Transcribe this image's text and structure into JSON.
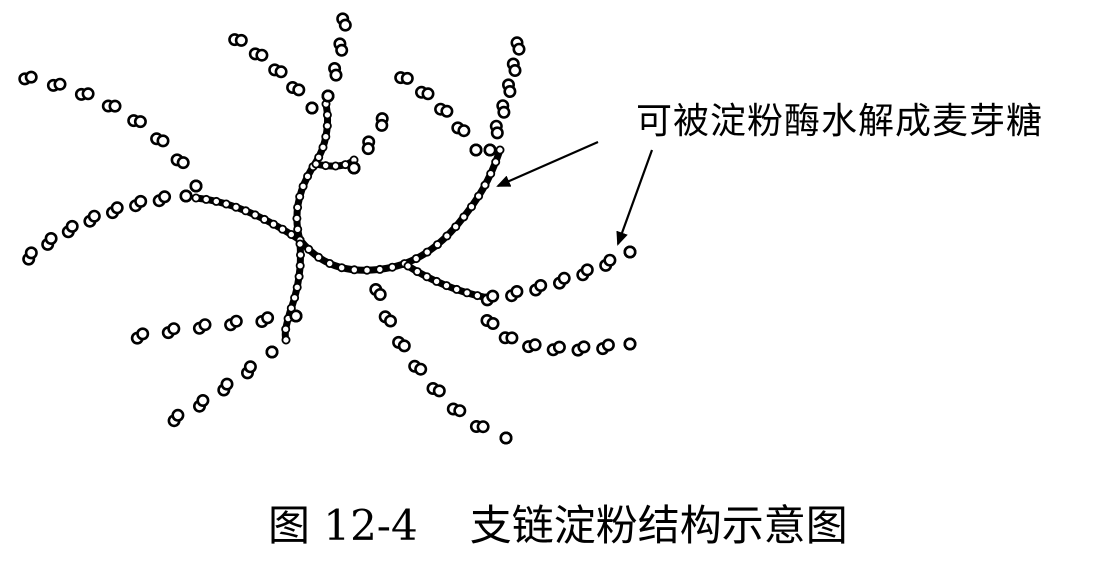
{
  "annotation": {
    "text": "可被淀粉酶水解成麦芽糖"
  },
  "caption": {
    "number": "图 12-4",
    "title": "支链淀粉结构示意图"
  },
  "colors": {
    "ink": "#000000",
    "background": "#ffffff"
  }
}
